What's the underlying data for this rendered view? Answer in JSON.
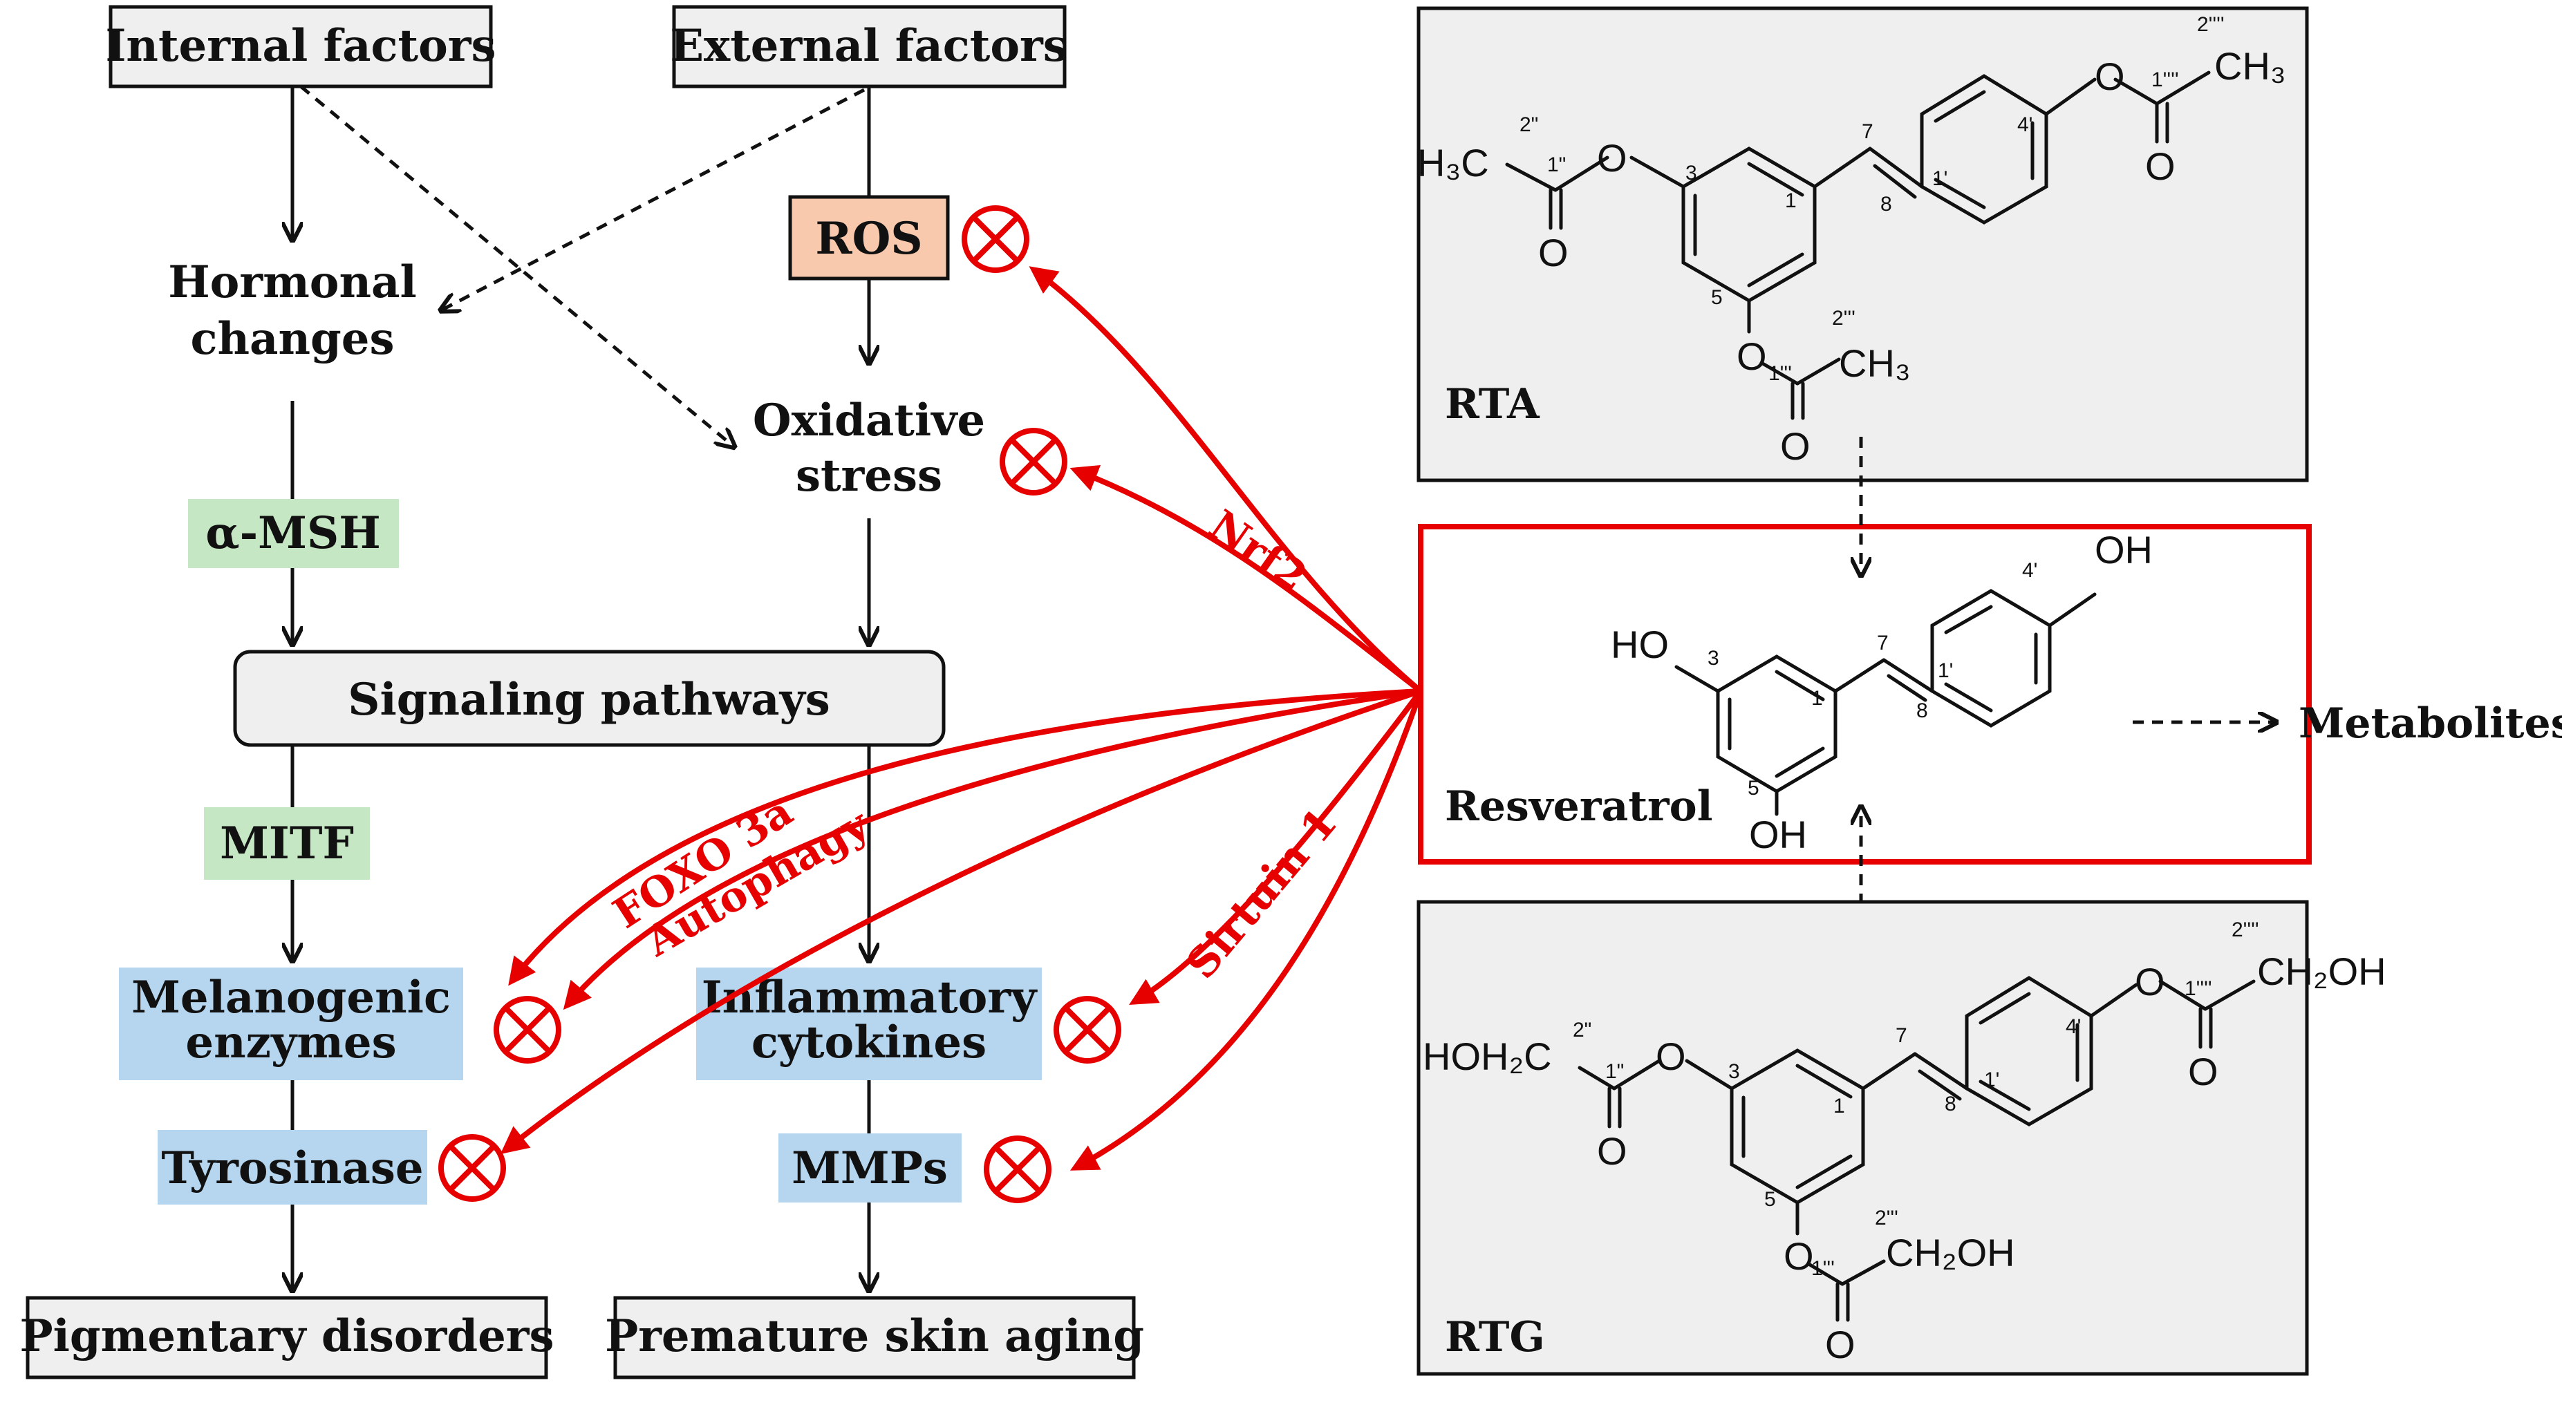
{
  "flow": {
    "internal_factors": "Internal factors",
    "external_factors": "External factors",
    "hormonal_line1": "Hormonal",
    "hormonal_line2": "changes",
    "ros": "ROS",
    "oxidative_line1": "Oxidative",
    "oxidative_line2": "stress",
    "alpha_msh": "α-MSH",
    "signaling": "Signaling pathways",
    "mitf": "MITF",
    "melanogenic_line1": "Melanogenic",
    "melanogenic_line2": "enzymes",
    "tyrosinase": "Tyrosinase",
    "pigmentary": "Pigmentary disorders",
    "inflammatory_line1": "Inflammatory",
    "inflammatory_line2": "cytokines",
    "mmps": "MMPs",
    "premature": "Premature skin aging"
  },
  "mechanisms": {
    "nrf2": "Nrf2",
    "foxo": "FOXO 3a",
    "autophagy": "Autophagy",
    "sirtuin": "Sirtuin 1"
  },
  "compounds": {
    "rta": "RTA",
    "resveratrol": "Resveratrol",
    "rtg": "RTG",
    "metabolites": "Metabolites"
  },
  "chem_labels": {
    "h3c": "H₃C",
    "ch3": "CH₃",
    "o": "O",
    "oh": "OH",
    "ho": "HO",
    "hoh2c": "HOH₂C",
    "ch2oh": "CH₂OH",
    "n1": "1",
    "n3": "3",
    "n5": "5",
    "n7": "7",
    "n8": "8",
    "n1p": "1'",
    "n4p": "4'",
    "n1pp": "1\"",
    "n2pp": "2\"",
    "n1ppp": "1'''",
    "n2ppp": "2'''",
    "n1pppp": "1''''",
    "n2pppp": "2''''"
  },
  "colors": {
    "red": "#e60000",
    "ros_fill": "#f8c9ad",
    "green_fill": "#c6e7c3",
    "blue_fill": "#b5d6ee",
    "gray_fill": "#efefef"
  }
}
